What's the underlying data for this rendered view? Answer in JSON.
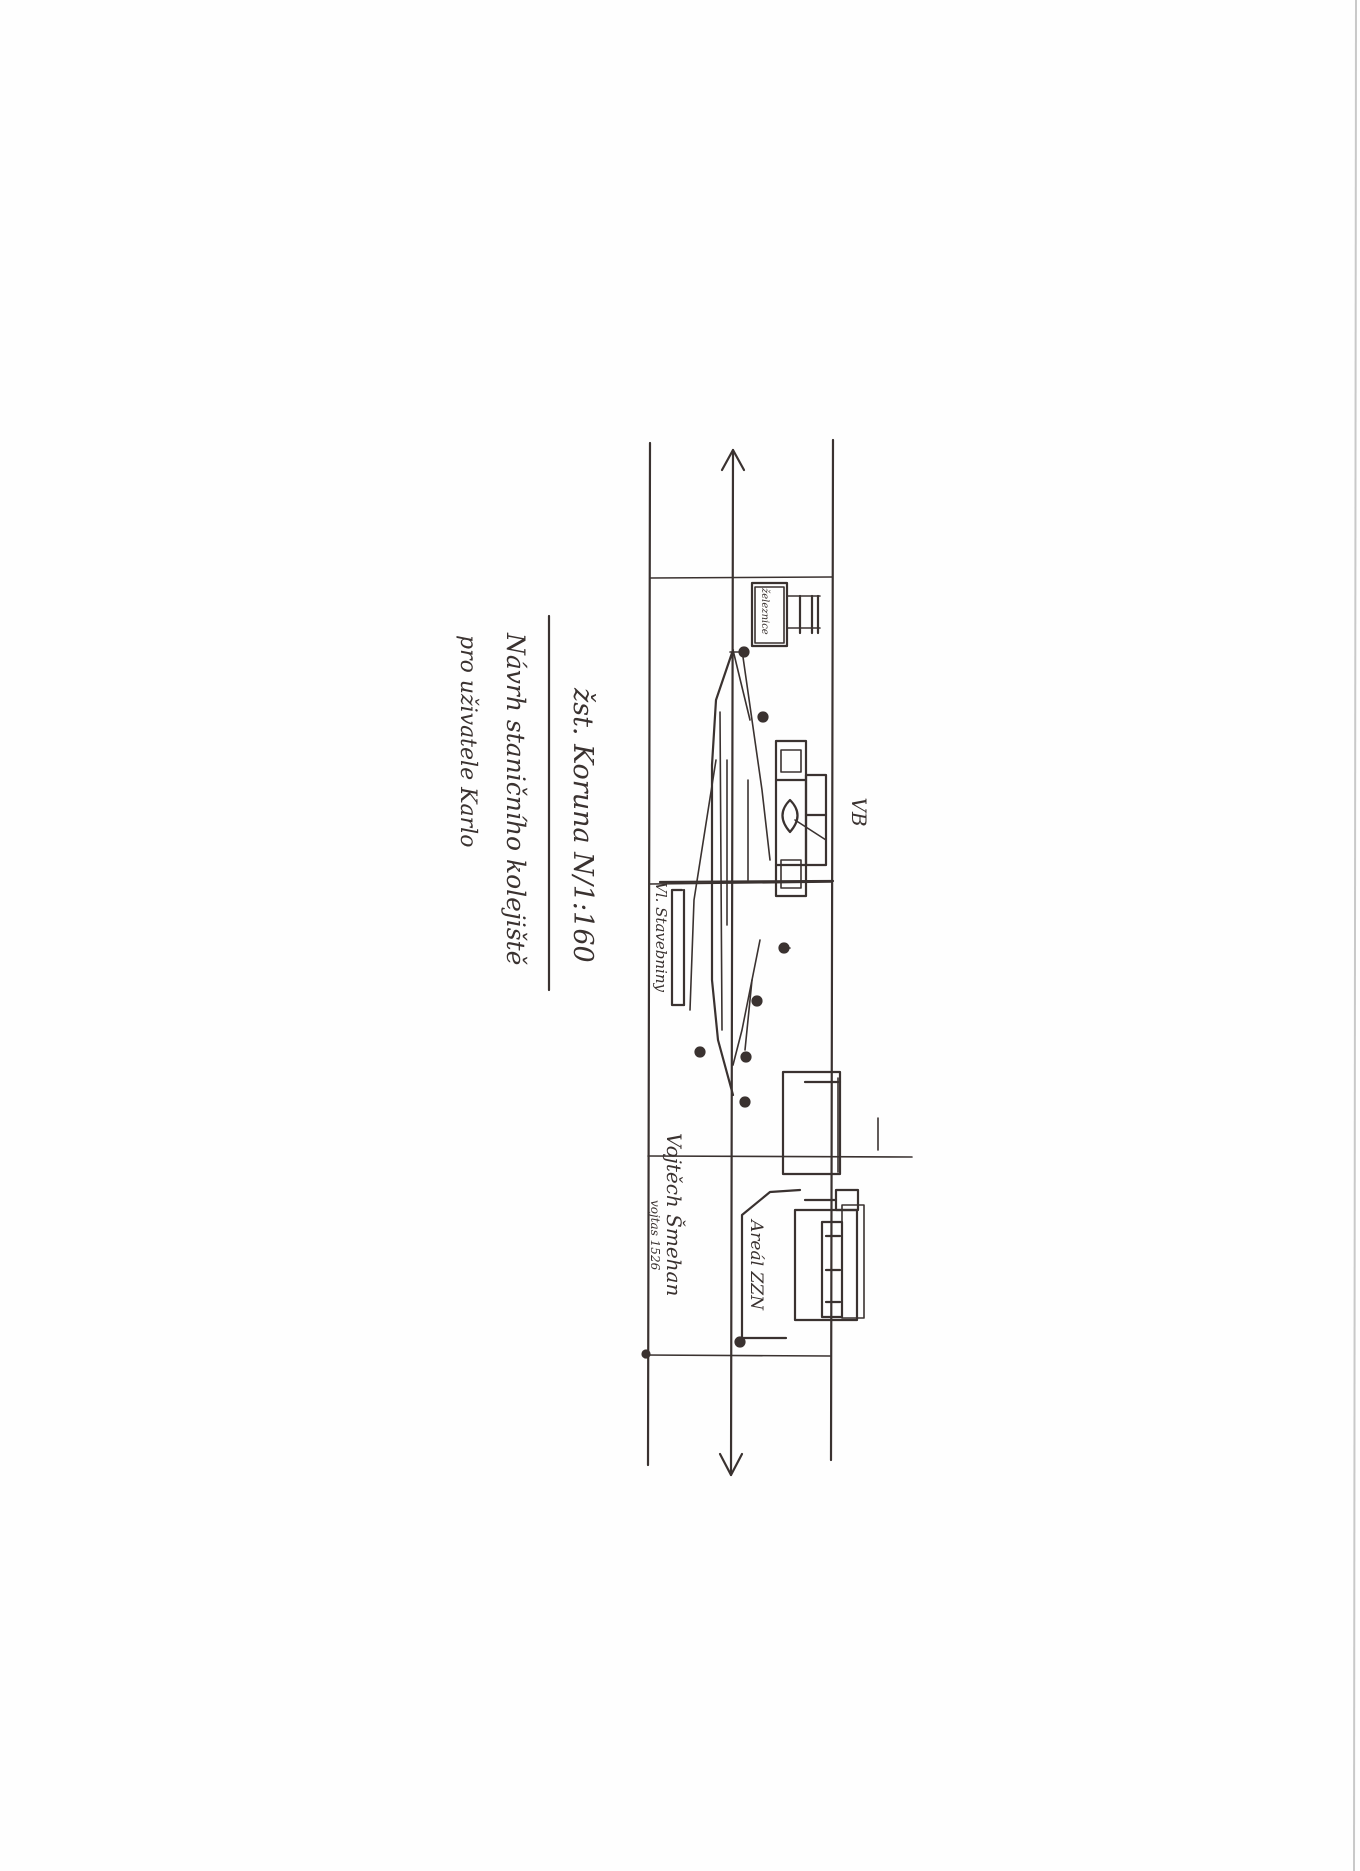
{
  "title": {
    "line1": "žst. Koruna N/1:160",
    "line2": "Návrh staničního kolejiště",
    "line3": "pro uživatele Karlo"
  },
  "labels": {
    "vb": "VB",
    "zeleznice": "železnice",
    "stavebniny": "Vl. Stavebniny",
    "areal": "Areál ZZN",
    "vlecka_name": "Vojtěch Šmehan",
    "vlecka_sub": "vojtas 1526"
  },
  "colors": {
    "ink": "#3a3230",
    "paper": "#fefefe"
  }
}
